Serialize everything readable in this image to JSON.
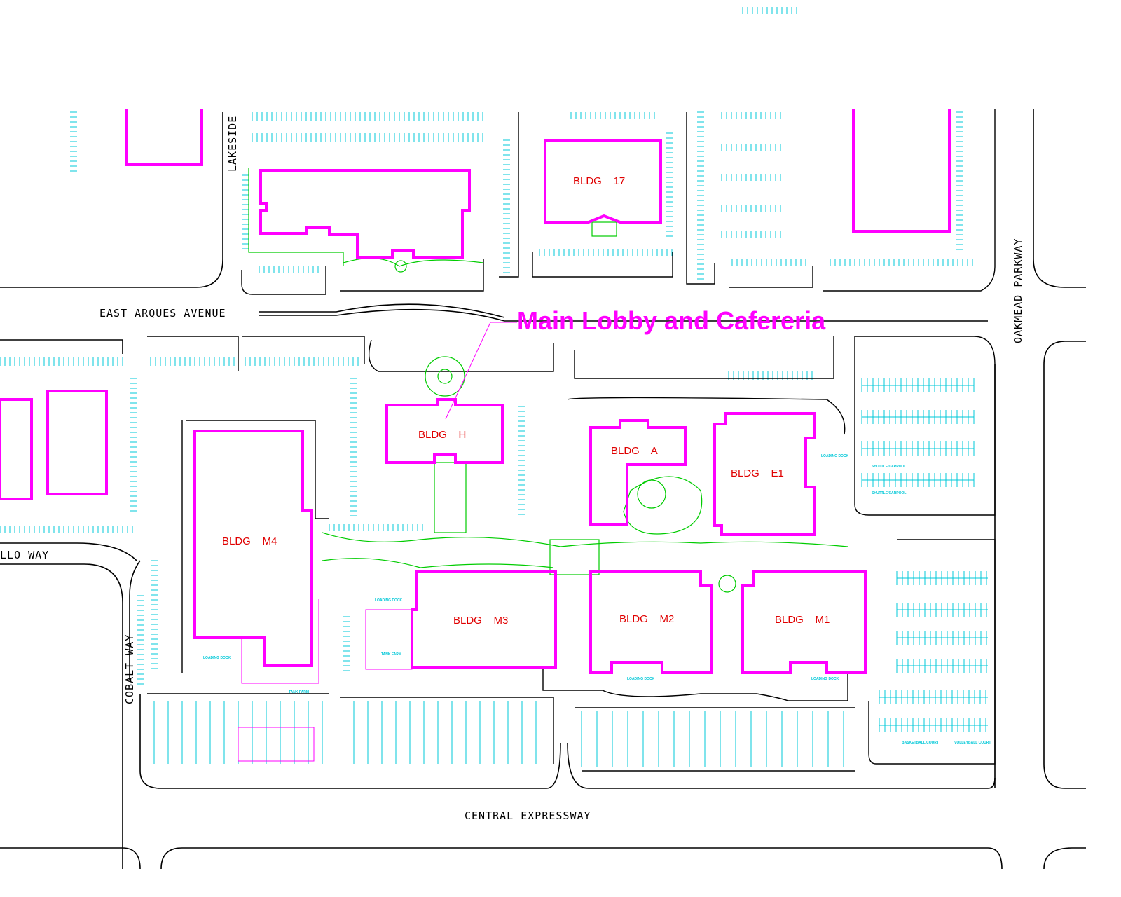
{
  "streets": {
    "lakeside": "LAKESIDE",
    "east_arques": "EAST ARQUES AVENUE",
    "oakmead": "OAKMEAD PARKWAY",
    "llo_way": "LLO WAY",
    "cobalt": "COBALT WAY",
    "central": "CENTRAL EXPRESSWAY"
  },
  "buildings": {
    "b17": "BLDG    17",
    "h": "BLDG    H",
    "a": "BLDG    A",
    "e1": "BLDG    E1",
    "m4": "BLDG    M4",
    "m3": "BLDG    M3",
    "m2": "BLDG    M2",
    "m1": "BLDG    M1"
  },
  "callout": "Main Lobby and Cafereria",
  "small_labels": {
    "loading_dock": "LOADING DOCK",
    "tank_farm": "TANK FARM",
    "shuttle": "SHUTTLE/CARPOOL",
    "basketball": "BASKETBALL COURT",
    "volleyball": "VOLLEYBALL COURT"
  },
  "colors": {
    "building": "#ff00ff",
    "parking": "#00c8d8",
    "landscape": "#00cc00",
    "label": "#e00000"
  }
}
